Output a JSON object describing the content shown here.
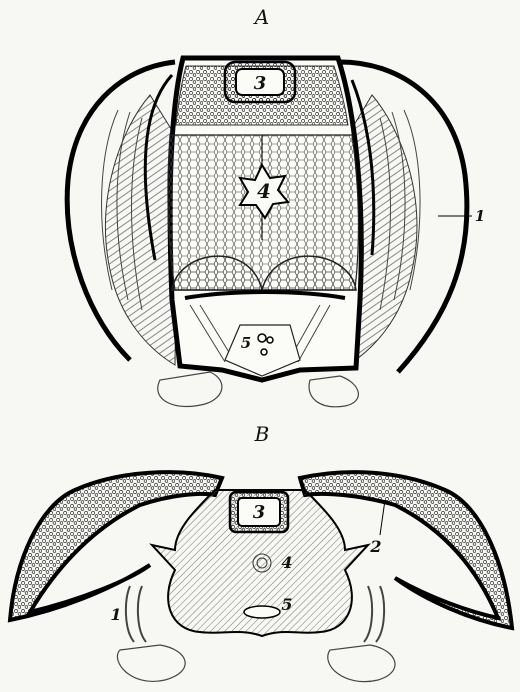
{
  "figure": {
    "panel_a": {
      "title": "A",
      "labels": {
        "l1": "1",
        "l3": "3",
        "l4": "4",
        "l5": "5"
      }
    },
    "panel_b": {
      "title": "B",
      "labels": {
        "l1": "1",
        "l2": "2",
        "l3": "3",
        "l4": "4",
        "l5": "5"
      }
    }
  }
}
